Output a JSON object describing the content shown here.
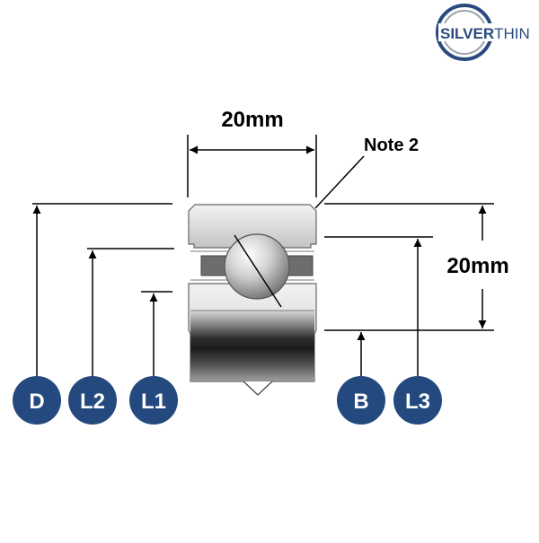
{
  "logo": {
    "brand_prefix": "SILVER",
    "brand_suffix": "THIN",
    "brand_color": "#2a4a7f"
  },
  "dimensions": {
    "width_label": "20mm",
    "height_label": "20mm",
    "note_label": "Note 2"
  },
  "callouts": [
    {
      "id": "D",
      "label": "D"
    },
    {
      "id": "L2",
      "label": "L2"
    },
    {
      "id": "L1",
      "label": "L1"
    },
    {
      "id": "B",
      "label": "B"
    },
    {
      "id": "L3",
      "label": "L3"
    }
  ],
  "colors": {
    "badge": "#23497e",
    "badge_text": "#ffffff",
    "line": "#000000"
  }
}
